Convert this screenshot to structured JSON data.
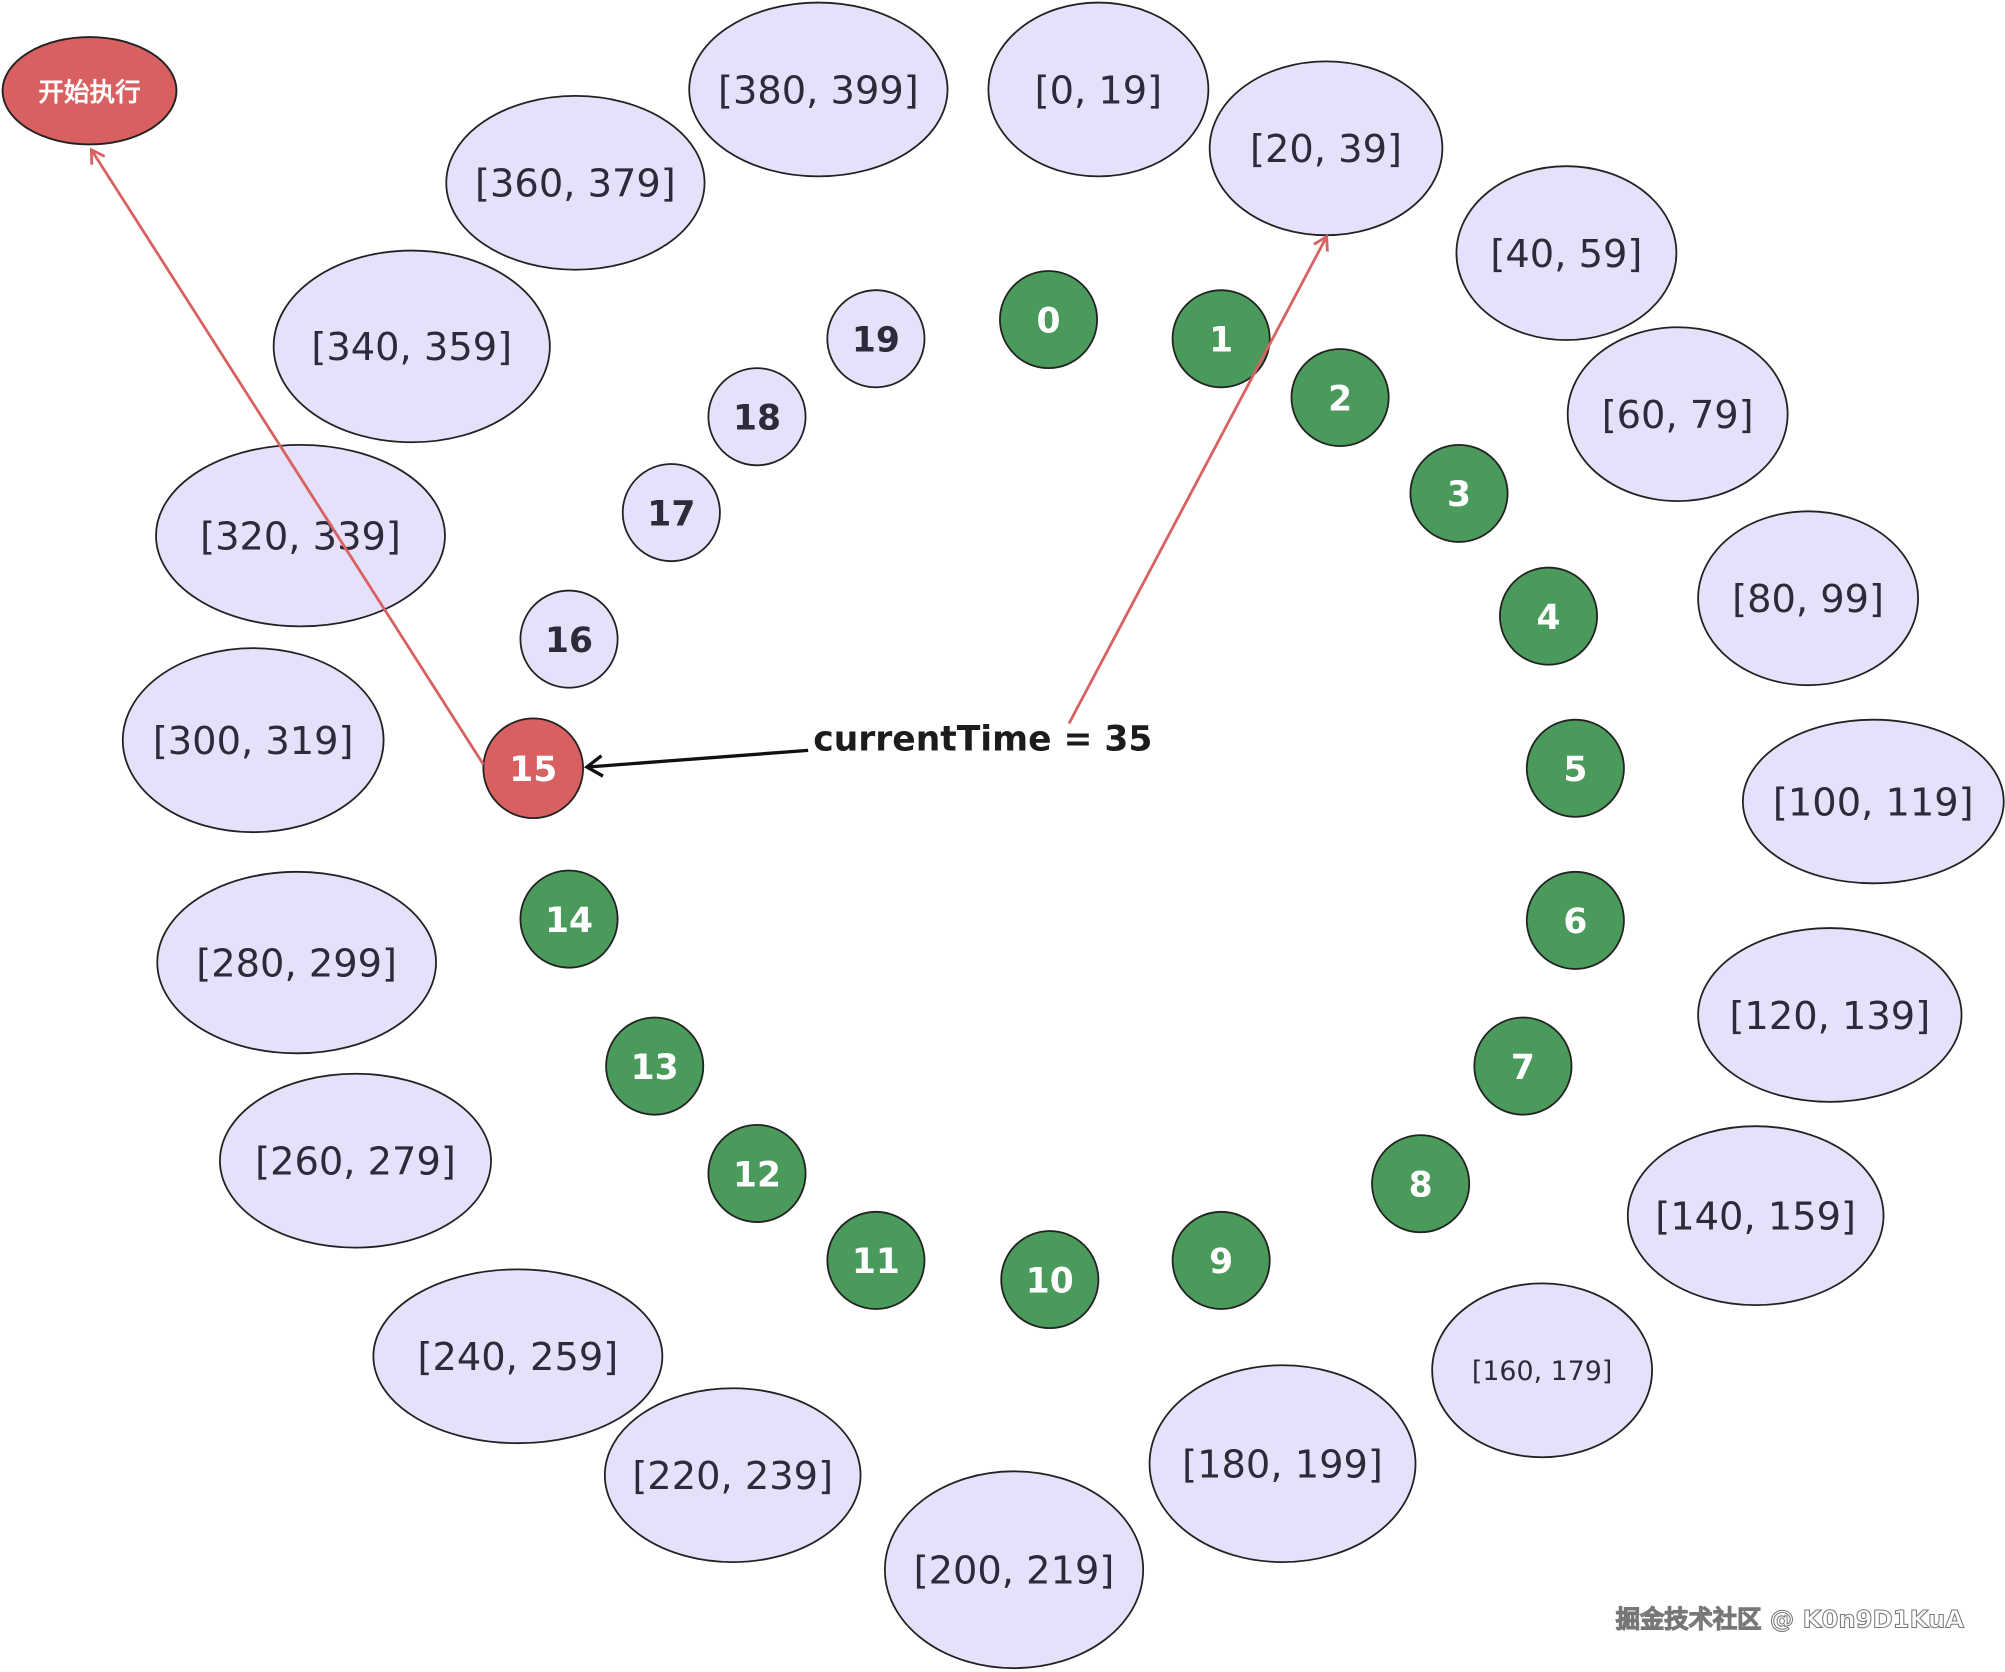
{
  "start_label": "开始执行",
  "current_time_label": "currentTime = 35",
  "watermark": "掘金技术社区 @ K0n9D1KuA",
  "colors": {
    "active": "#4a9a5b",
    "current": "#d96060",
    "idle": "#e6e1fa",
    "arrow_red": "#d86262",
    "arrow_black": "#111111",
    "ink": "#2b2b3a"
  },
  "slots": [
    {
      "id": "0",
      "state": "active"
    },
    {
      "id": "1",
      "state": "active"
    },
    {
      "id": "2",
      "state": "active"
    },
    {
      "id": "3",
      "state": "active"
    },
    {
      "id": "4",
      "state": "active"
    },
    {
      "id": "5",
      "state": "active"
    },
    {
      "id": "6",
      "state": "active"
    },
    {
      "id": "7",
      "state": "active"
    },
    {
      "id": "8",
      "state": "active"
    },
    {
      "id": "9",
      "state": "active"
    },
    {
      "id": "10",
      "state": "active"
    },
    {
      "id": "11",
      "state": "active"
    },
    {
      "id": "12",
      "state": "active"
    },
    {
      "id": "13",
      "state": "active"
    },
    {
      "id": "14",
      "state": "active"
    },
    {
      "id": "15",
      "state": "current"
    },
    {
      "id": "16",
      "state": "idle"
    },
    {
      "id": "17",
      "state": "idle"
    },
    {
      "id": "18",
      "state": "idle"
    },
    {
      "id": "19",
      "state": "idle"
    }
  ],
  "ranges": [
    "[0, 19]",
    "[20, 39]",
    "[40, 59]",
    "[60, 79]",
    "[80, 99]",
    "[100, 119]",
    "[120, 139]",
    "[140, 159]",
    "[160, 179]",
    "[180, 199]",
    "[200, 219]",
    "[220, 239]",
    "[240, 259]",
    "[260, 279]",
    "[280, 299]",
    "[300, 319]",
    "[320, 339]",
    "[340, 359]",
    "[360, 379]",
    "[380, 399]"
  ]
}
